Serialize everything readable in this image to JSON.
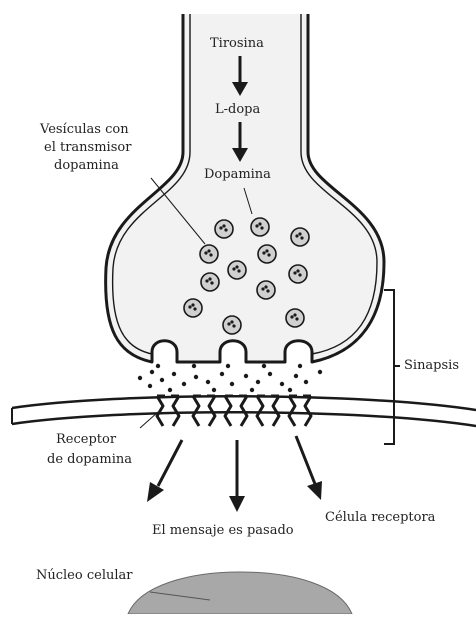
{
  "labels": {
    "tirosina": "Tirosina",
    "ldopa": "L-dopa",
    "dopamina": "Dopamina",
    "vesiculas_line1": "Vesículas con",
    "vesiculas_line2": "el transmisor",
    "vesiculas_line3": "dopamina",
    "sinapsis": "Sinapsis",
    "receptor_line1": "Receptor",
    "receptor_line2": "de dopamina",
    "celula_receptora": "Célula receptora",
    "mensaje": "El mensaje es pasado",
    "nucleo": "Núcleo celular"
  },
  "colors": {
    "outline": "#1a1a1a",
    "terminal_fill": "#f2f2f2",
    "vesicle_fill": "#d0d0d0",
    "nucleus_fill": "#a8a8a8"
  }
}
